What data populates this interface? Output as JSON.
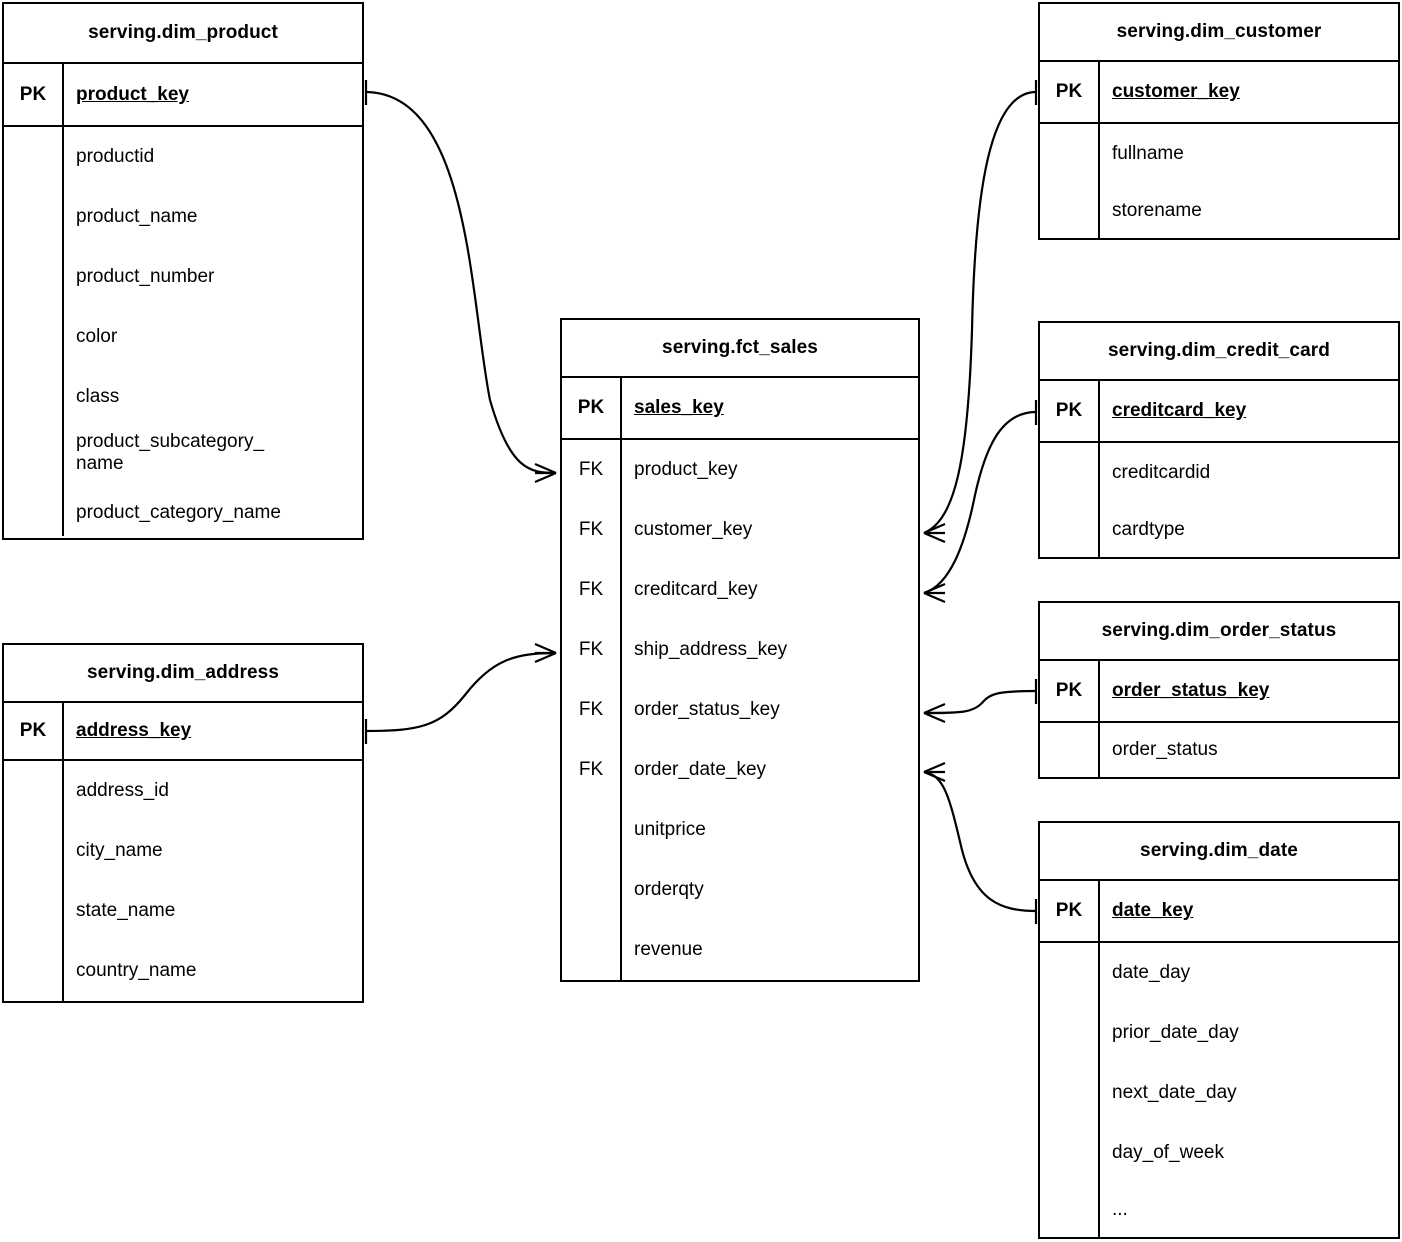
{
  "diagram": {
    "type": "entity-relationship-diagram",
    "notation": "crow's foot",
    "background_color": "#ffffff",
    "line_color": "#000000"
  },
  "labels": {
    "pk": "PK",
    "fk": "FK",
    "ellipsis": "..."
  },
  "entities": [
    {
      "id": "dim_product",
      "title": "serving.dim_product",
      "primary_key": {
        "marker": "PK",
        "name": "product_key"
      },
      "attributes": [
        "productid",
        "product_name",
        "product_number",
        "color",
        "class",
        "product_subcategory_\nname",
        "product_category_name"
      ]
    },
    {
      "id": "dim_address",
      "title": "serving.dim_address",
      "primary_key": {
        "marker": "PK",
        "name": "address_key"
      },
      "attributes": [
        "address_id",
        "city_name",
        "state_name",
        "country_name"
      ]
    },
    {
      "id": "fct_sales",
      "title": "serving.fct_sales",
      "primary_key": {
        "marker": "PK",
        "name": "sales_key"
      },
      "foreign_keys": [
        {
          "marker": "FK",
          "name": "product_key"
        },
        {
          "marker": "FK",
          "name": "customer_key"
        },
        {
          "marker": "FK",
          "name": "creditcard_key"
        },
        {
          "marker": "FK",
          "name": "ship_address_key"
        },
        {
          "marker": "FK",
          "name": "order_status_key"
        },
        {
          "marker": "FK",
          "name": "order_date_key"
        }
      ],
      "measures": [
        "unitprice",
        "orderqty",
        "revenue"
      ]
    },
    {
      "id": "dim_customer",
      "title": "serving.dim_customer",
      "primary_key": {
        "marker": "PK",
        "name": "customer_key"
      },
      "attributes": [
        "fullname",
        "storename"
      ]
    },
    {
      "id": "dim_credit_card",
      "title": "serving.dim_credit_card",
      "primary_key": {
        "marker": "PK",
        "name": "creditcard_key"
      },
      "attributes": [
        "creditcardid",
        "cardtype"
      ]
    },
    {
      "id": "dim_order_status",
      "title": "serving.dim_order_status",
      "primary_key": {
        "marker": "PK",
        "name": "order_status_key"
      },
      "attributes": [
        "order_status"
      ]
    },
    {
      "id": "dim_date",
      "title": "serving.dim_date",
      "primary_key": {
        "marker": "PK",
        "name": "date_key"
      },
      "attributes": [
        "date_day",
        "prior_date_day",
        "next_date_day",
        "day_of_week",
        "..."
      ]
    }
  ],
  "relationships": [
    {
      "from": "dim_product.product_key",
      "to": "fct_sales.product_key",
      "from_cardinality": "one",
      "to_cardinality": "many"
    },
    {
      "from": "dim_address.address_key",
      "to": "fct_sales.ship_address_key",
      "from_cardinality": "one",
      "to_cardinality": "many"
    },
    {
      "from": "dim_customer.customer_key",
      "to": "fct_sales.customer_key",
      "from_cardinality": "one",
      "to_cardinality": "many"
    },
    {
      "from": "dim_credit_card.creditcard_key",
      "to": "fct_sales.creditcard_key",
      "from_cardinality": "one",
      "to_cardinality": "many"
    },
    {
      "from": "dim_order_status.order_status_key",
      "to": "fct_sales.order_status_key",
      "from_cardinality": "one",
      "to_cardinality": "many"
    },
    {
      "from": "dim_date.date_key",
      "to": "fct_sales.order_date_key",
      "from_cardinality": "one",
      "to_cardinality": "many"
    }
  ]
}
